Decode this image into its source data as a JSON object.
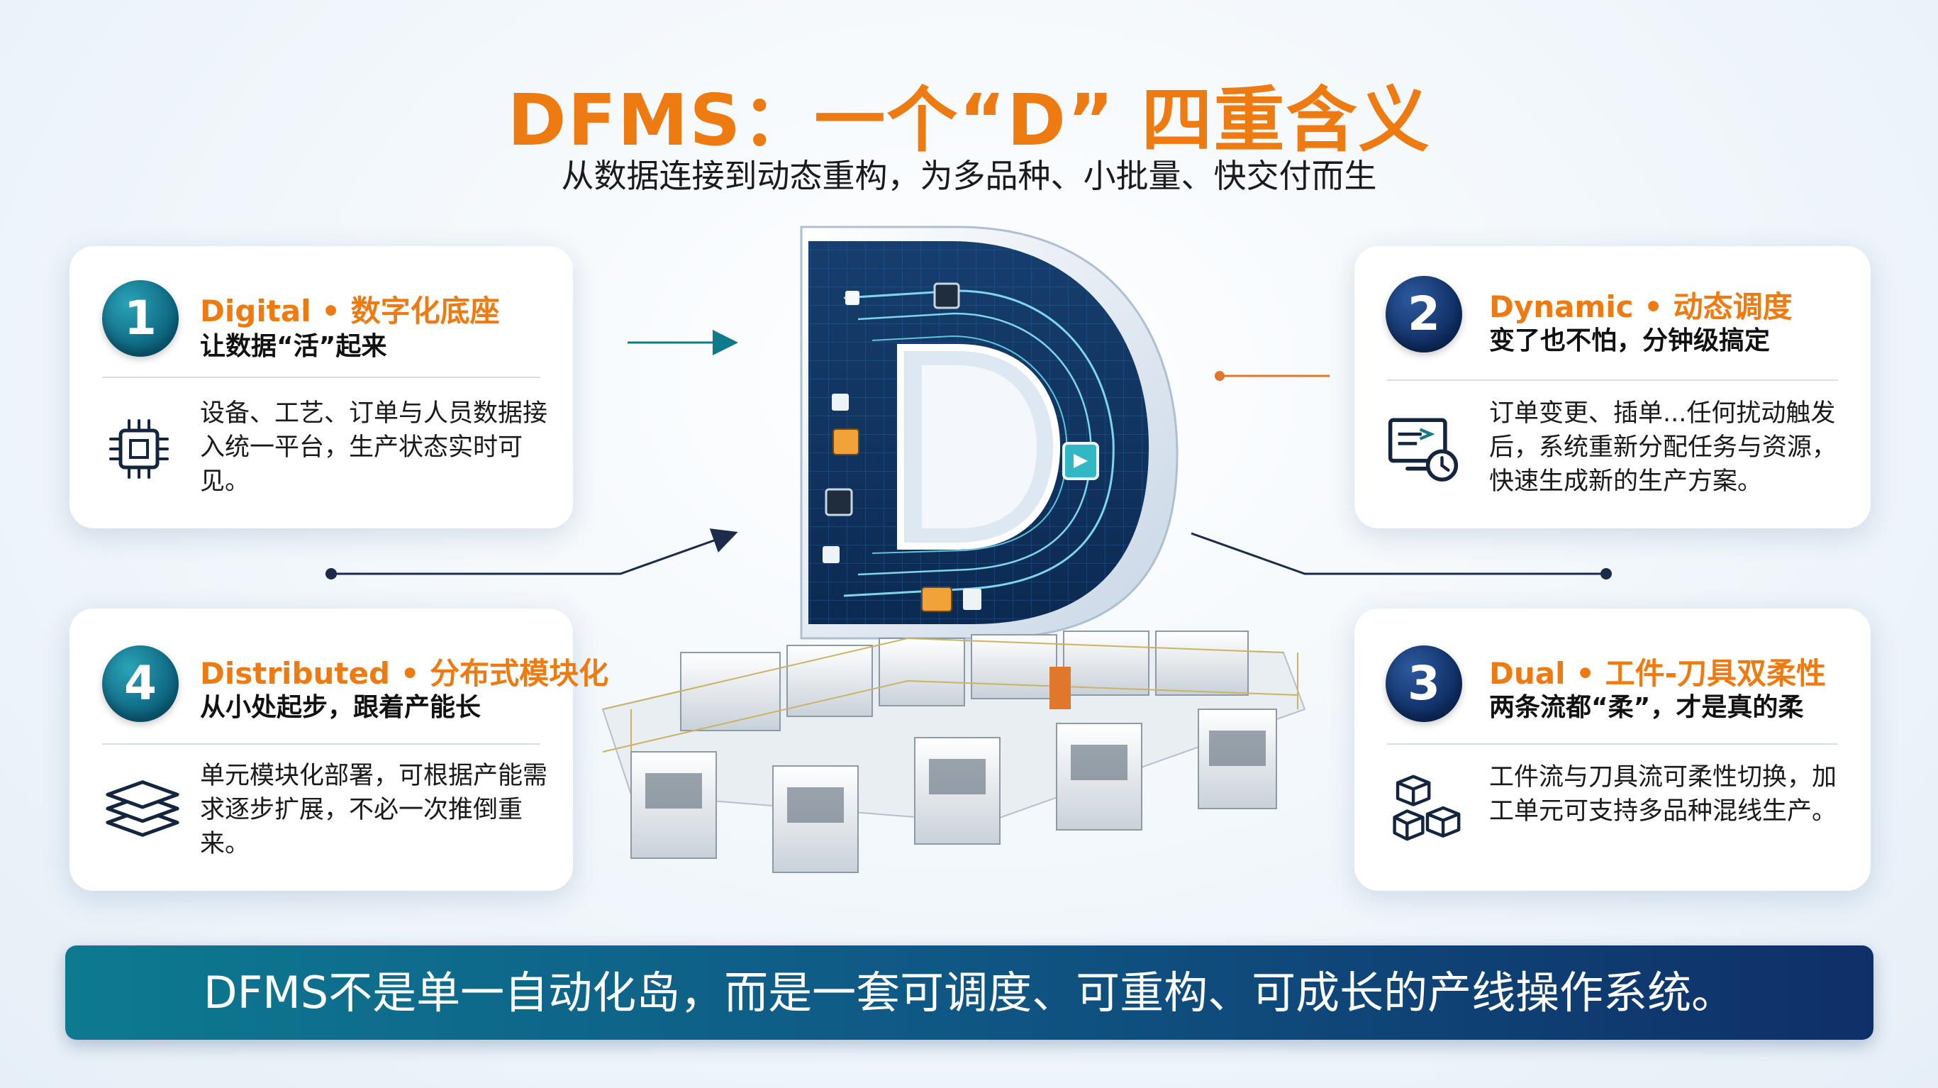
{
  "header": {
    "title": "DFMS：一个“D”  四重含义",
    "subtitle": "从数据连接到动态重构，为多品种、小批量、快交付而生"
  },
  "cards": [
    {
      "number": "1",
      "title": "Digital • 数字化底座",
      "subtitle": "让数据“活”起来",
      "body": "设备、工艺、订单与人员数据接入统一平台，生产状态实时可见。",
      "icon": "chip-icon"
    },
    {
      "number": "2",
      "title": "Dynamic • 动态调度",
      "subtitle": "变了也不怕，分钟级搞定",
      "body": "订单变更、插单...任何扰动触发后，系统重新分配任务与资源，快速生成新的生产方案。",
      "icon": "monitor-clock-icon"
    },
    {
      "number": "3",
      "title": "Dual • 工件-刀具双柔性",
      "subtitle": "两条流都“柔”，才是真的柔",
      "body": "工件流与刀具流可柔性切换，加工单元可支持多品种混线生产。",
      "icon": "boxes-icon"
    },
    {
      "number": "4",
      "title": "Distributed • 分布式模块化",
      "subtitle": "从小处起步，跟着产能长",
      "body": "单元模块化部署，可根据产能需求逐步扩展，不必一次推倒重来。",
      "icon": "layers-icon"
    }
  ],
  "footer": {
    "statement": "DFMS不是单一自动化岛，而是一套可调度、可重构、可成长的产线操作系统。"
  },
  "colors": {
    "accent_orange": "#ee7a12",
    "teal": "#0b5f7a",
    "navy": "#0d2a5e"
  }
}
